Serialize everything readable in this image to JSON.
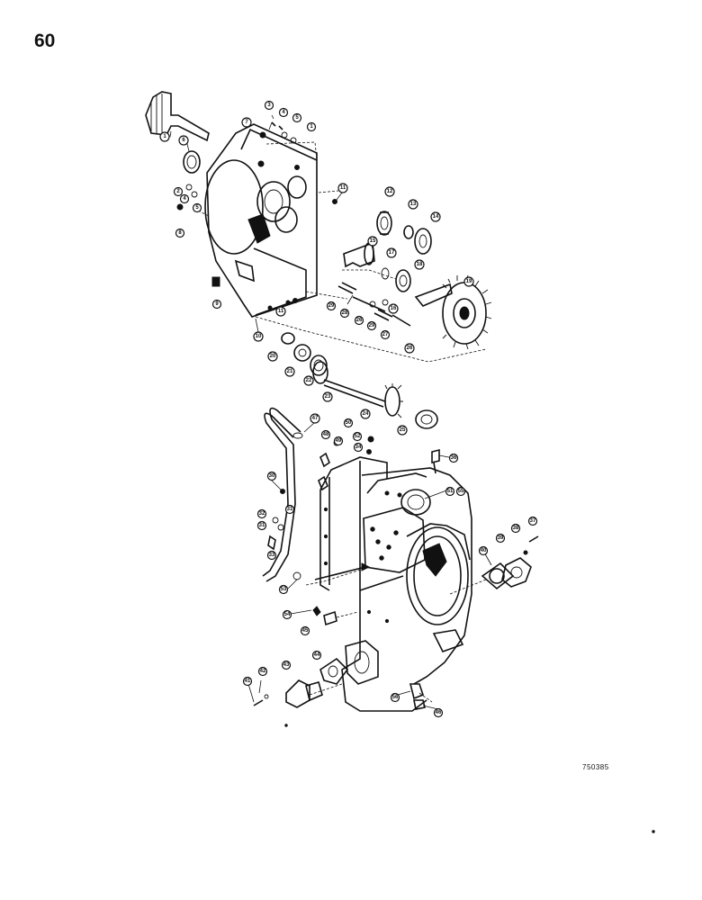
{
  "page": {
    "number": "60",
    "reference_code": "750385"
  },
  "callouts": [
    {
      "id": "c1a",
      "label": "1"
    },
    {
      "id": "c6",
      "label": "6"
    },
    {
      "id": "c7",
      "label": "7"
    },
    {
      "id": "c3",
      "label": "3"
    },
    {
      "id": "c4",
      "label": "4"
    },
    {
      "id": "c5a",
      "label": "5"
    },
    {
      "id": "c1b",
      "label": "1"
    },
    {
      "id": "c2",
      "label": "2"
    },
    {
      "id": "c4b",
      "label": "4"
    },
    {
      "id": "c5b",
      "label": "5"
    },
    {
      "id": "c8",
      "label": "8"
    },
    {
      "id": "c9",
      "label": "9"
    },
    {
      "id": "c10",
      "label": "10"
    },
    {
      "id": "c11a",
      "label": "11"
    },
    {
      "id": "c11b",
      "label": "11"
    },
    {
      "id": "c12",
      "label": "12"
    },
    {
      "id": "c13",
      "label": "13"
    },
    {
      "id": "c14",
      "label": "14"
    },
    {
      "id": "c15",
      "label": "15"
    },
    {
      "id": "c17",
      "label": "17"
    },
    {
      "id": "c18",
      "label": "18"
    },
    {
      "id": "c19",
      "label": "19"
    },
    {
      "id": "c16",
      "label": "16"
    },
    {
      "id": "c29a",
      "label": "29"
    },
    {
      "id": "c28a",
      "label": "28"
    },
    {
      "id": "c26a",
      "label": "26"
    },
    {
      "id": "c29b",
      "label": "29"
    },
    {
      "id": "c27a",
      "label": "27"
    },
    {
      "id": "c26b",
      "label": "26"
    },
    {
      "id": "c20",
      "label": "20"
    },
    {
      "id": "c21",
      "label": "21"
    },
    {
      "id": "c22",
      "label": "22"
    },
    {
      "id": "c23",
      "label": "23"
    },
    {
      "id": "c24",
      "label": "24"
    },
    {
      "id": "c25",
      "label": "25"
    },
    {
      "id": "c47",
      "label": "47"
    },
    {
      "id": "c50",
      "label": "50"
    },
    {
      "id": "c48",
      "label": "48"
    },
    {
      "id": "c49",
      "label": "49"
    },
    {
      "id": "c52",
      "label": "52"
    },
    {
      "id": "c34",
      "label": "34"
    },
    {
      "id": "c36",
      "label": "36"
    },
    {
      "id": "c51",
      "label": "51"
    },
    {
      "id": "c55",
      "label": "55"
    },
    {
      "id": "c30",
      "label": "30"
    },
    {
      "id": "c32",
      "label": "32"
    },
    {
      "id": "c31a",
      "label": "31"
    },
    {
      "id": "c31b",
      "label": "31"
    },
    {
      "id": "c33",
      "label": "33"
    },
    {
      "id": "c53",
      "label": "53"
    },
    {
      "id": "c38",
      "label": "38"
    },
    {
      "id": "c37",
      "label": "37"
    },
    {
      "id": "c39",
      "label": "39"
    },
    {
      "id": "c40",
      "label": "40"
    },
    {
      "id": "c54",
      "label": "54"
    },
    {
      "id": "c45",
      "label": "45"
    },
    {
      "id": "c44",
      "label": "44"
    },
    {
      "id": "c43",
      "label": "43"
    },
    {
      "id": "c42",
      "label": "42"
    },
    {
      "id": "c41",
      "label": "41"
    },
    {
      "id": "c56",
      "label": "56"
    },
    {
      "id": "c46",
      "label": "46"
    }
  ]
}
